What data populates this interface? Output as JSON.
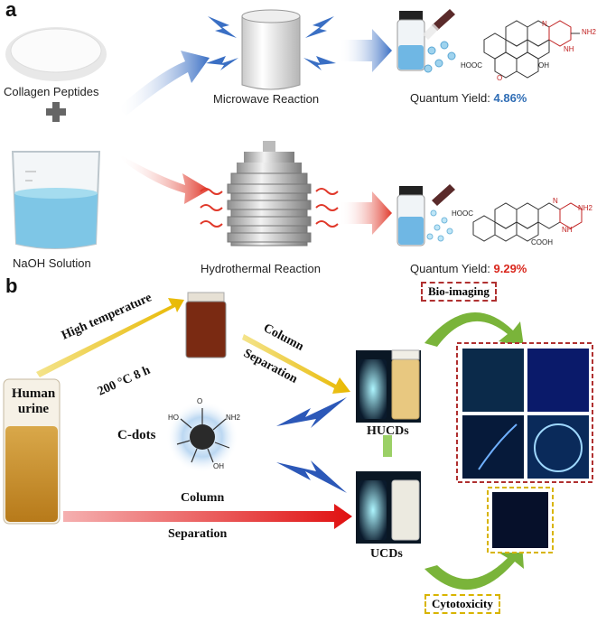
{
  "panel_a": {
    "letter": "a",
    "collagen_label": "Collagen Peptides",
    "naoh_label": "NaOH Solution",
    "microwave_label": "Microwave Reaction",
    "hydrothermal_label": "Hydrothermal Reaction",
    "qy_prefix_1": "Quantum Yield: ",
    "qy_value_1": "4.86%",
    "qy_prefix_2": "Quantum Yield: ",
    "qy_value_2": "9.29%",
    "struct1_labels": {
      "cooh": "HOOC",
      "oh": "OH",
      "nh2": "NH2",
      "o": "O",
      "n": "N",
      "nh": "NH"
    },
    "struct2_labels": {
      "hooc": "HOOC",
      "cooh": "COOH",
      "nh2": "NH2",
      "n": "N",
      "nh": "NH"
    },
    "colors": {
      "blue_arrow": "#3a6fc4",
      "red_arrow": "#e0382a",
      "qy_blue": "#2f6db5",
      "qy_red": "#d9261c"
    }
  },
  "panel_b": {
    "letter": "b",
    "high_temp": "High temperature",
    "temp_time": "200 °C  8 h",
    "column_1": "Column",
    "separation_1": "Separation",
    "human_urine": "Human urine",
    "cdots": "C-dots",
    "cdot_groups": {
      "nh2": "NH2",
      "oh": "OH",
      "o": "O",
      "ho": "HO"
    },
    "hucds": "HUCDs",
    "ucds": "UCDs",
    "column_2": "Column",
    "separation_2": "Separation",
    "bio_imaging": "Bio-imaging",
    "cytotoxicity": "Cytotoxicity",
    "colors": {
      "yellow_arrow": "#e8c21a",
      "red_arrow": "#e02020",
      "green_arrow": "#7ab43a",
      "box_red": "#b03030",
      "box_yellow": "#d8b400"
    }
  }
}
